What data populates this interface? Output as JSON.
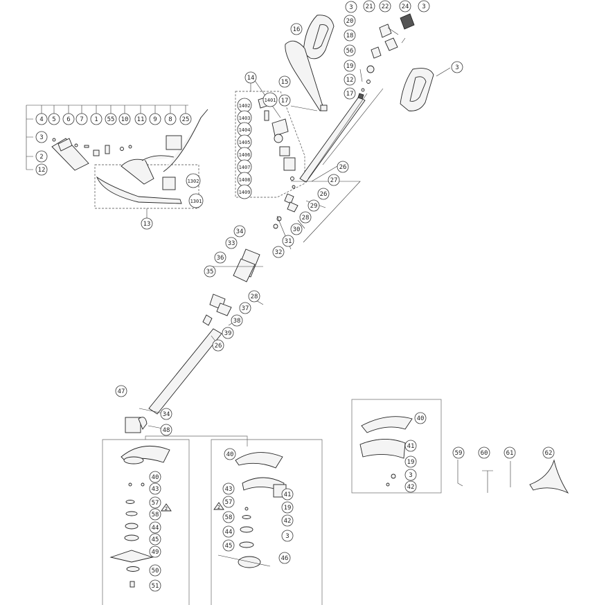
{
  "labels": {
    "c1": "1",
    "c2": "2",
    "c3a": "3",
    "c3b": "3",
    "c3c": "3",
    "c3d": "3",
    "c3e": "3",
    "c3f": "3",
    "c4": "4",
    "c5": "5",
    "c6": "6",
    "c7": "7",
    "c8": "8",
    "c9": "9",
    "c10": "10",
    "c11": "11",
    "c12a": "12",
    "c12b": "12",
    "c13": "13",
    "c14": "14",
    "c15": "15",
    "c16": "16",
    "c17a": "17",
    "c17b": "17",
    "c18": "18",
    "c19a": "19",
    "c19b": "19",
    "c19c": "19",
    "c20": "20",
    "c21": "21",
    "c22": "22",
    "c24": "24",
    "c25": "25",
    "c26a": "26",
    "c26b": "26",
    "c26c": "26",
    "c27": "27",
    "c28a": "28",
    "c28b": "28",
    "c29": "29",
    "c30": "30",
    "c31": "31",
    "c32": "32",
    "c33": "33",
    "c34a": "34",
    "c34b": "34",
    "c35": "35",
    "c36": "36",
    "c37": "37",
    "c38": "38",
    "c39": "39",
    "c40a": "40",
    "c40b": "40",
    "c40c": "40",
    "c41a": "41",
    "c41b": "41",
    "c42a": "42",
    "c42b": "42",
    "c43a": "43",
    "c43b": "43",
    "c44a": "44",
    "c44b": "44",
    "c45a": "45",
    "c45b": "45",
    "c46": "46",
    "c47": "47",
    "c48": "48",
    "c49": "49",
    "c50": "50",
    "c51": "51",
    "c55": "55",
    "c56": "56",
    "c57a": "57",
    "c57b": "57",
    "c58a": "58",
    "c58b": "58",
    "c59": "59",
    "c60": "60",
    "c61": "61",
    "c62": "62",
    "c1301": "1301",
    "c1302": "1302",
    "c1401": "1401",
    "c1402": "1402",
    "c1403": "1403",
    "c1404": "1404",
    "c1405": "1405",
    "c1406": "1406",
    "c1407": "1407",
    "c1408": "1408",
    "c1409": "1409",
    "t2a": "2",
    "t2b": "2"
  }
}
